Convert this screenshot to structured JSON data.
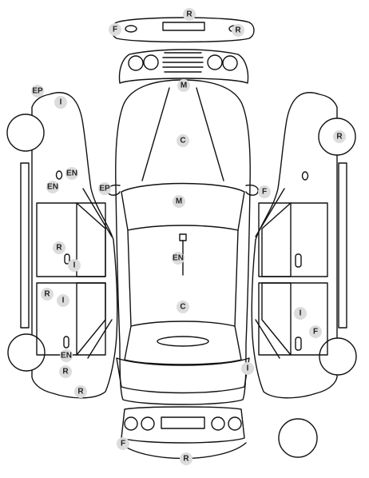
{
  "colors": {
    "line": "#111111",
    "marker": "#dcdcdc",
    "text": "#222222"
  },
  "markers": {
    "front_top_r": "R",
    "front_f": "F",
    "front_r_right": "R",
    "hood_m": "M",
    "hood_c": "C",
    "windshield_m": "M",
    "roof_c": "C",
    "roof_en": "EN",
    "left_ep": "EP",
    "left_i_top": "I",
    "left_en_a": "EN",
    "left_en_b": "EN",
    "left_ep_mirror": "EP",
    "left_r_door": "R",
    "left_i_door": "I",
    "left_r_rear": "R",
    "left_i_rear": "I",
    "left_en_rear": "EN",
    "left_r_bottom": "R",
    "left_r_wheel": "R",
    "right_f_mirror": "F",
    "right_r_wheel": "R",
    "right_i_door": "I",
    "right_f_rear": "F",
    "rear_i": "I",
    "rear_f": "F",
    "rear_r": "R"
  }
}
